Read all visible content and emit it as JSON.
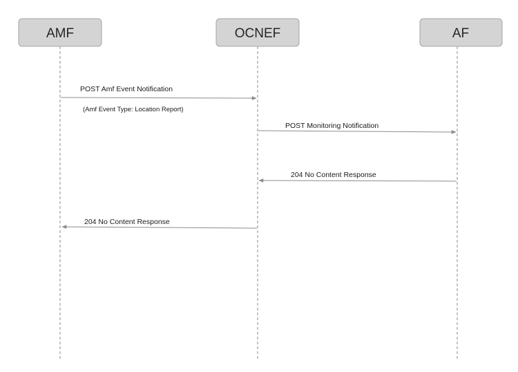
{
  "participants": [
    {
      "id": "amf",
      "label": "AMF"
    },
    {
      "id": "ocnef",
      "label": "OCNEF"
    },
    {
      "id": "af",
      "label": "AF"
    }
  ],
  "messages": [
    {
      "id": "post-amf-event-notification",
      "from": "amf",
      "to": "ocnef",
      "label": "POST Amf Event Notification",
      "note": "(Amf Event Type: Location Report)"
    },
    {
      "id": "post-monitoring-notification",
      "from": "ocnef",
      "to": "af",
      "label": "POST Monitoring Notification"
    },
    {
      "id": "af-204-no-content-response",
      "from": "af",
      "to": "ocnef",
      "label": "204 No Content Response"
    },
    {
      "id": "ocnef-204-no-content-response",
      "from": "ocnef",
      "to": "amf",
      "label": "204 No Content Response"
    }
  ],
  "colors": {
    "participant_fill": "#d4d4d4",
    "participant_border": "#a6a6a6",
    "line": "#8c8c8c",
    "text": "#1a1a1a"
  }
}
